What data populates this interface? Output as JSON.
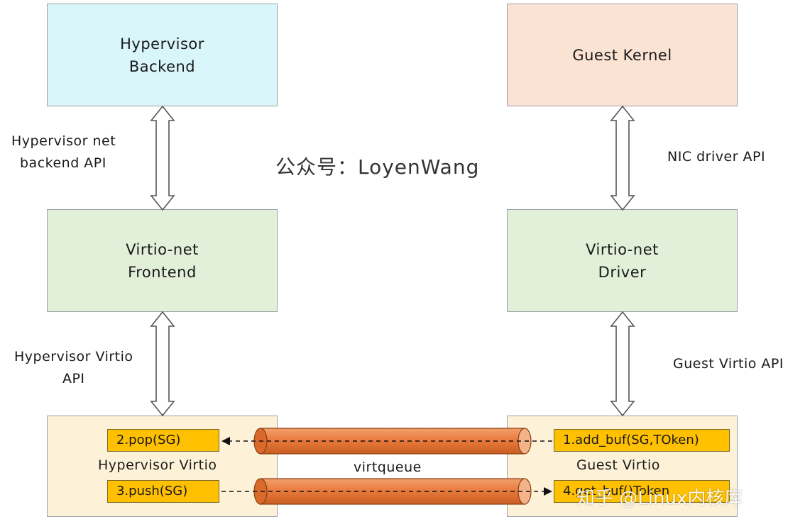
{
  "boxes": {
    "hypervisor_backend": [
      "Hypervisor",
      "Backend"
    ],
    "guest_kernel": [
      "Guest Kernel"
    ],
    "virtio_frontend": [
      "Virtio-net",
      "Frontend"
    ],
    "virtio_driver": [
      "Virtio-net",
      "Driver"
    ],
    "hypervisor_virtio": "Hypervisor Virtio",
    "guest_virtio": "Guest Virtio"
  },
  "labels": {
    "backend_api": [
      "Hypervisor net",
      "backend API"
    ],
    "nic_api": "NIC driver API",
    "hv_virtio_api": [
      "Hypervisor Virtio",
      "API"
    ],
    "guest_virtio_api": "Guest Virtio API",
    "virtqueue": "virtqueue"
  },
  "chips": {
    "pop": "2.pop(SG)",
    "push": "3.push(SG)",
    "add_buf": "1.add_buf(SG,TOken)",
    "get_buf": "4.get_buf()Token"
  },
  "watermarks": {
    "center": "公众号：LoyenWang",
    "corner": "知乎 @Linux内核库"
  },
  "colors": {
    "cyan": "#d9f6fb",
    "peach": "#fbe3d3",
    "green": "#e2efd9",
    "cream": "#fdf2d7",
    "chip": "#ffc000",
    "tube": "#e87a3c"
  }
}
